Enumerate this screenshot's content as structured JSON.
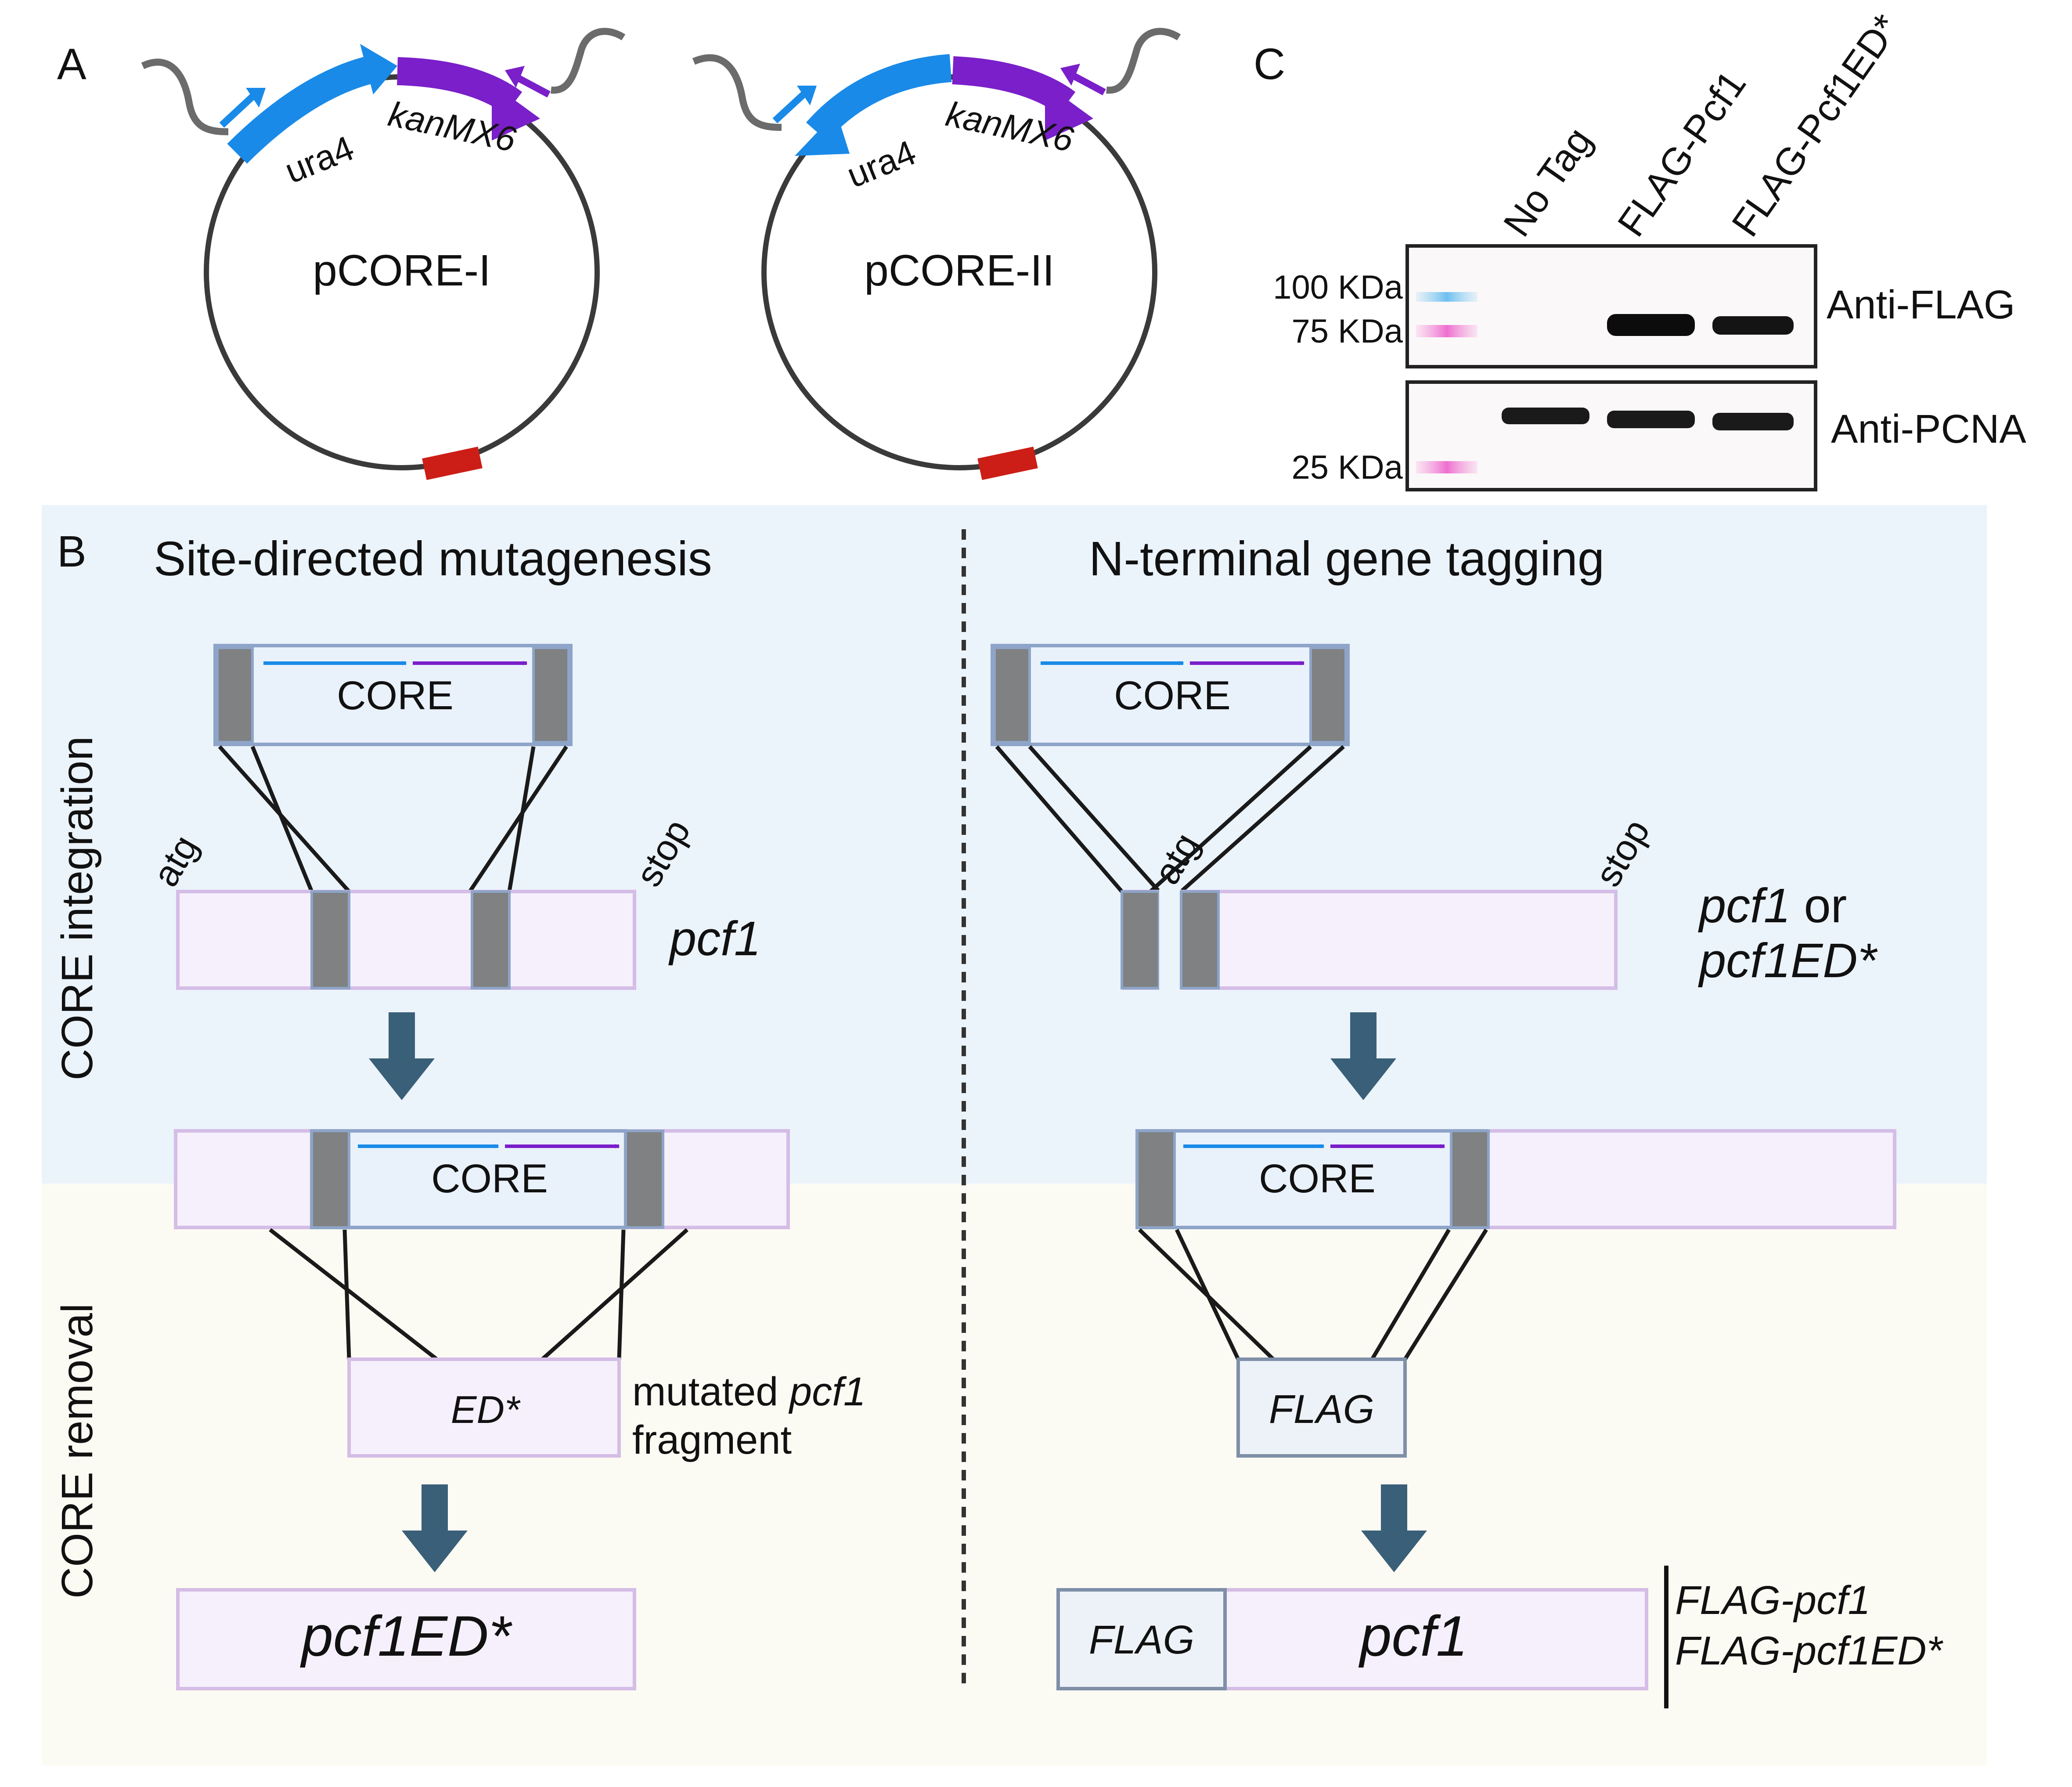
{
  "panels": {
    "a": {
      "letter": "A",
      "plasmid1": "pCORE-I",
      "plasmid2": "pCORE-II",
      "gene1": "ura4",
      "gene2": "kanMX6"
    },
    "b": {
      "letter": "B",
      "left_title": "Site-directed mutagenesis",
      "right_title": "N-terminal gene tagging",
      "row1_label": "CORE integration",
      "row2_label": "CORE removal"
    },
    "c": {
      "letter": "C"
    }
  },
  "labels": {
    "core": "CORE",
    "atg": "atg",
    "stop": "stop",
    "pcf1": "pcf1",
    "pcf1_or": "or",
    "pcf1ed": "pcf1ED*",
    "ed": "ED*",
    "mutated": "mutated",
    "fragment": "fragment",
    "flag": "FLAG",
    "flag_pcf1": "FLAG-pcf1",
    "flag_pcf1ed": "FLAG-pcf1ED*"
  },
  "blot": {
    "lanes": [
      "No Tag",
      "FLAG-Pcf1",
      "FLAG-Pcf1ED*"
    ],
    "markers": [
      "100 KDa",
      "75 KDa",
      "25 KDa"
    ],
    "antibodies": [
      "Anti-FLAG",
      "Anti-PCNA"
    ]
  },
  "colors": {
    "ura4": "#1a8ae8",
    "kanmx6": "#7a1fc9",
    "gray_block": "#7f8182",
    "red_block": "#cc1e16",
    "pink_box": "#f5f0fb",
    "pink_border": "#d4bde6",
    "core_box": "#e9f1fb",
    "core_border": "#8ea4c8",
    "arrow_big": "#3a5f78",
    "top_bg": "#ebf3fb",
    "bottom_bg": "#fcfbf3"
  }
}
